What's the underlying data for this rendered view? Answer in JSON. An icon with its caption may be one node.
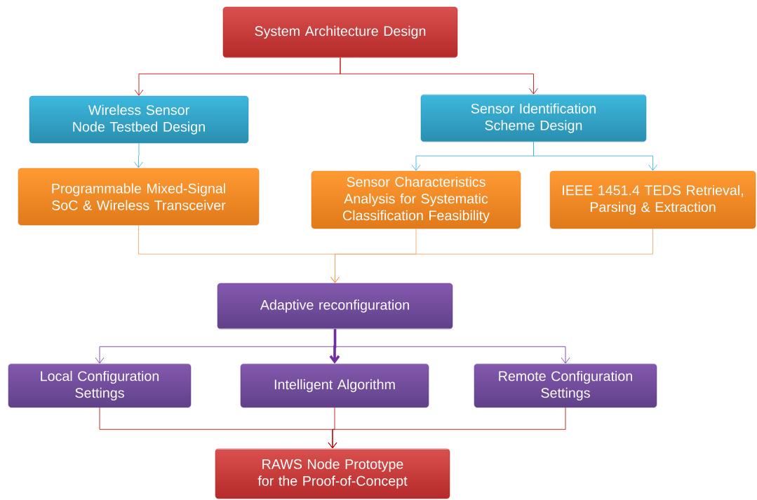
{
  "diagram": {
    "nodes": [
      {
        "text": [
          "System Architecture Design"
        ]
      },
      {
        "text": [
          "Wireless Sensor Node Testbed Design"
        ]
      },
      {
        "text": [
          "Sensor Identification Scheme Design"
        ]
      },
      {
        "text": [
          "Programmable Mixed-Signal SoC & Wireless Transceiver"
        ]
      },
      {
        "text": [
          "Sensor Characteristics Analysis for Systematic Classification Feasibility"
        ]
      },
      {
        "text": [
          "IEEE 1451.4 TEDS Retrieval, Parsing & Extraction"
        ]
      },
      {
        "text": [
          "Adaptive reconfiguration"
        ]
      },
      {
        "text": [
          "Local Configuration Settings"
        ]
      },
      {
        "text": [
          "Intelligent Algorithm"
        ]
      },
      {
        "text": [
          "Remote Configuration Settings"
        ]
      },
      {
        "text": [
          "RAWS Node Prototype for the Proof-of-Concept"
        ]
      }
    ],
    "edges": [
      {
        "from": 0,
        "to": 1,
        "arrow": "to"
      },
      {
        "from": 0,
        "to": 2,
        "arrow": "to"
      },
      {
        "from": 1,
        "to": 3,
        "arrow": "to",
        "color": "#2fb5e5"
      },
      {
        "from": 2,
        "to": 4,
        "arrow": "to",
        "color": "#2fb5e5"
      },
      {
        "from": 2,
        "to": 5,
        "arrow": "to",
        "color": "#2fb5e5"
      },
      {
        "from": 3,
        "to": 6,
        "arrow": "to",
        "color": "#f7a15c"
      },
      {
        "from": 4,
        "to": 6,
        "arrow": "to",
        "color": "#f7a15c"
      },
      {
        "from": 5,
        "to": 6,
        "arrow": "to",
        "color": "#f7a15c"
      },
      {
        "from": 6,
        "to": 7,
        "arrow": "to",
        "color": "#7030a0"
      },
      {
        "from": 6,
        "to": 8,
        "arrow": "to",
        "color": "#7030a0",
        "style": "thick"
      },
      {
        "from": 6,
        "to": 9,
        "arrow": "to",
        "color": "#7030a0"
      },
      {
        "from": 7,
        "to": 10,
        "arrow": "to"
      },
      {
        "from": 8,
        "to": 10,
        "arrow": "to"
      },
      {
        "from": 9,
        "to": 10,
        "arrow": "to"
      }
    ]
  }
}
